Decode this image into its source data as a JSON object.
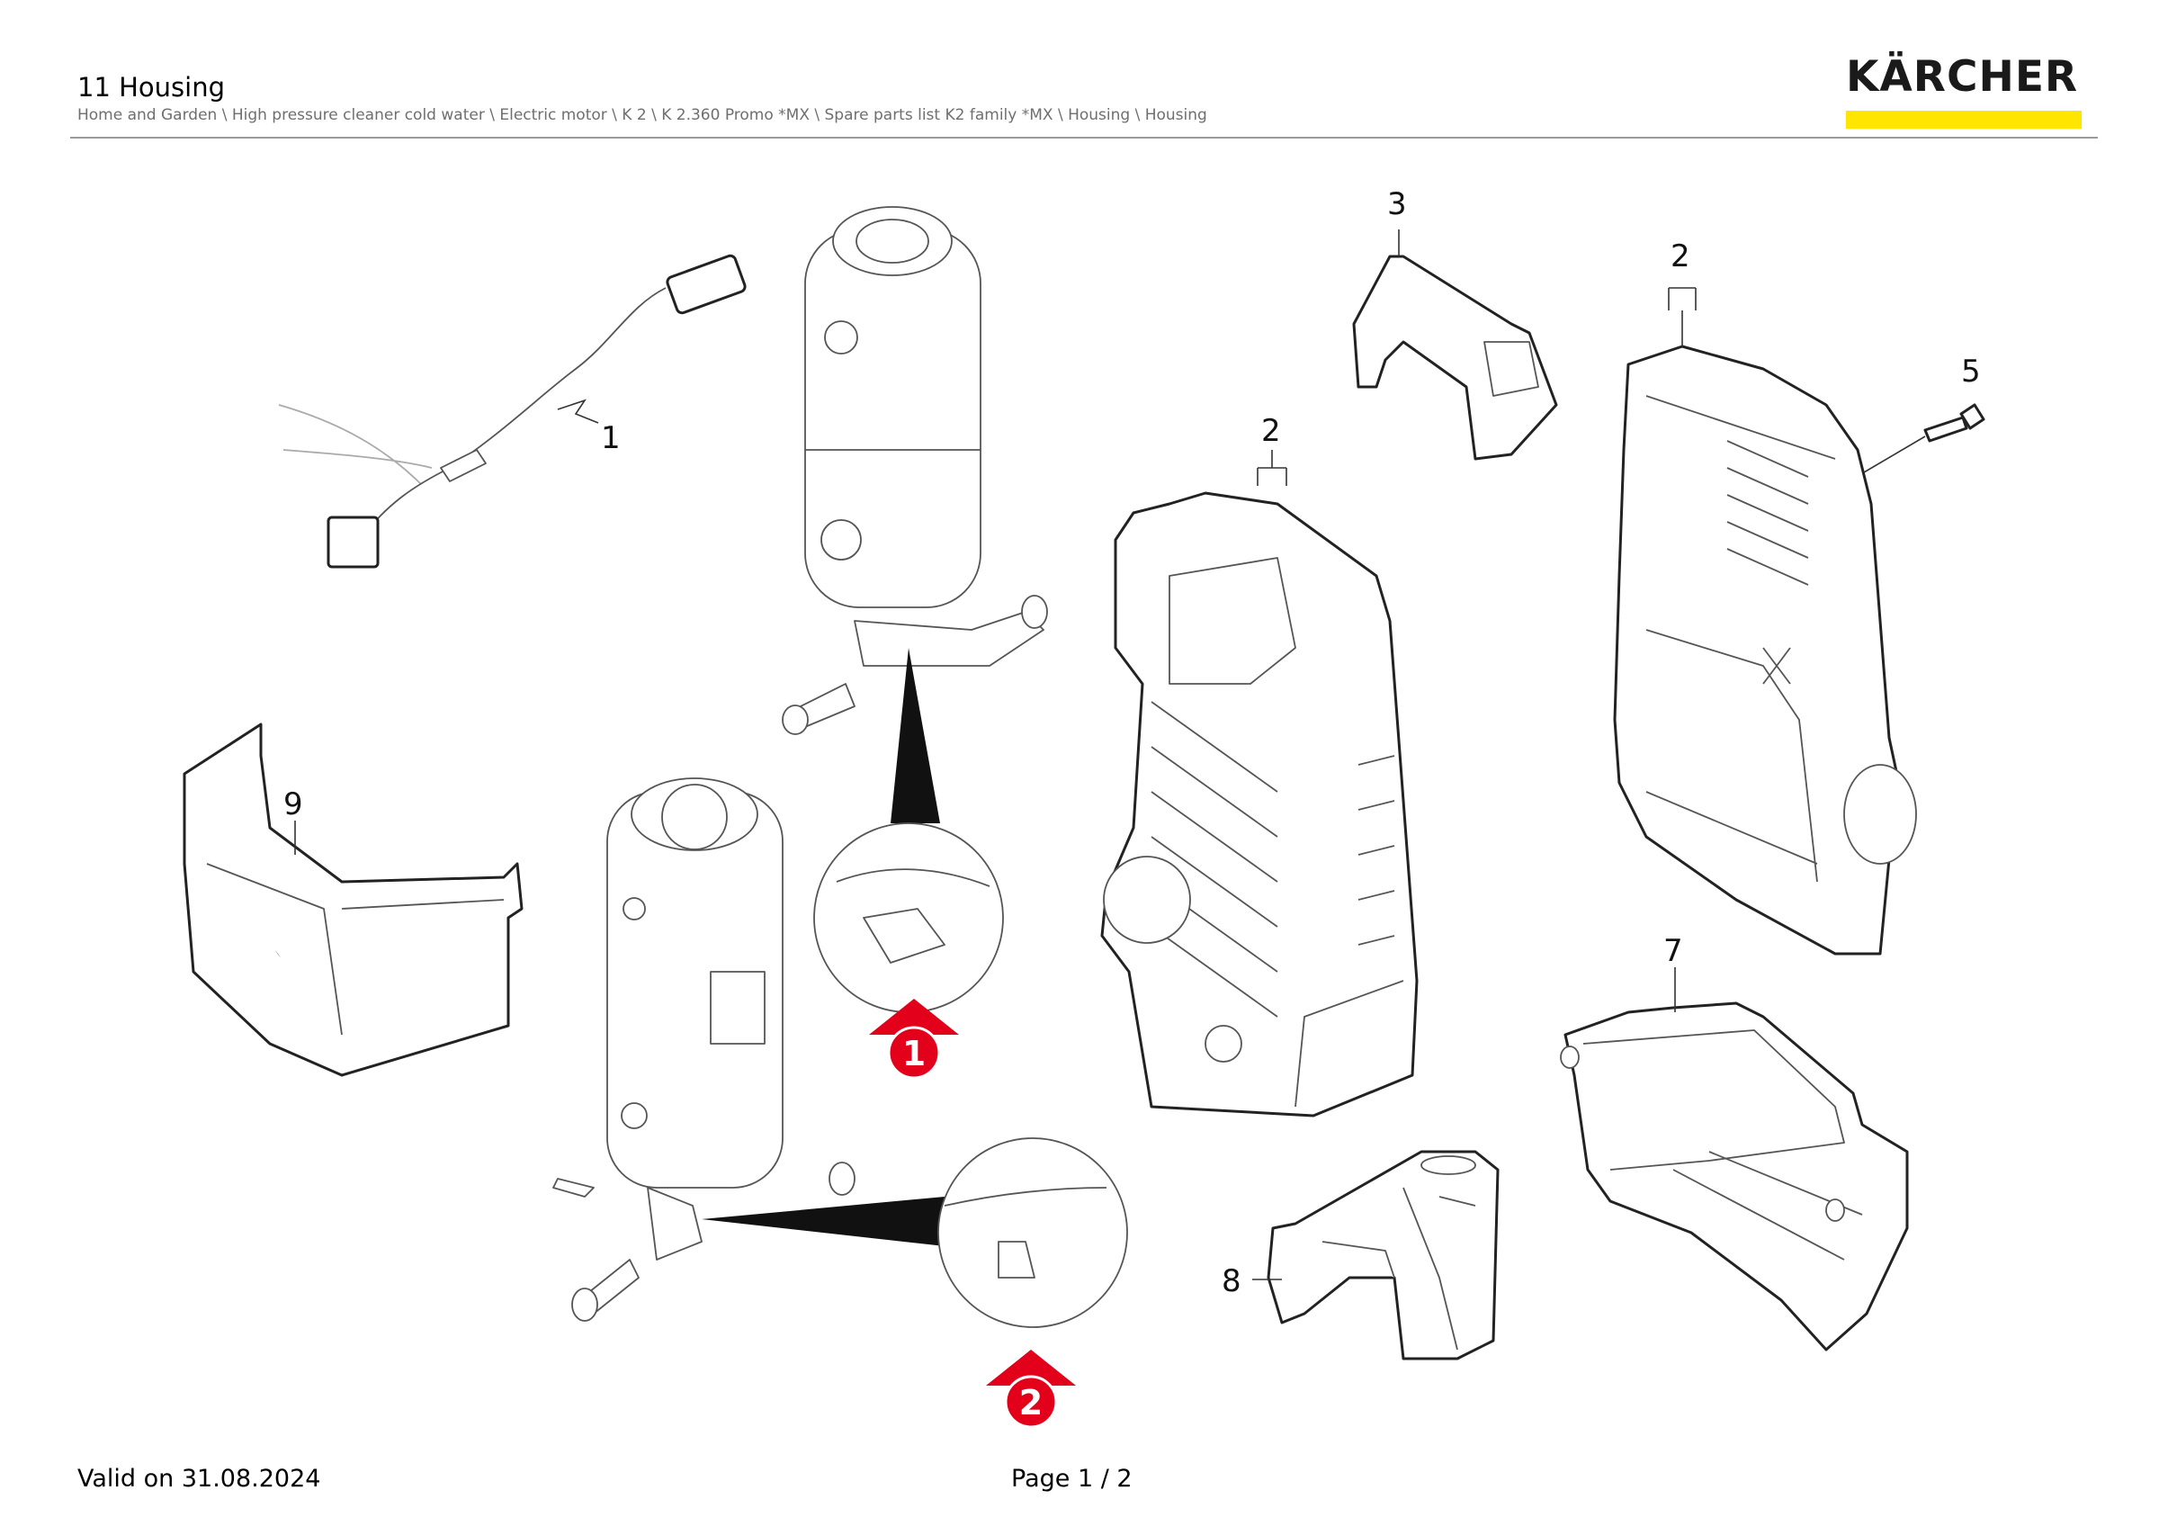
{
  "header": {
    "title": "11 Housing",
    "breadcrumb": "Home and Garden \\ High pressure cleaner cold water \\ Electric motor \\ K 2 \\ K 2.360 Promo *MX \\ Spare parts list K2 family *MX \\ Housing \\ Housing",
    "logo_text": "KÄRCHER",
    "brand_yellow": "#ffe600"
  },
  "diagram": {
    "part_labels": [
      "1",
      "2",
      "2",
      "3",
      "5",
      "7",
      "8",
      "9"
    ],
    "variant_markers": [
      "1",
      "2"
    ],
    "marker_color": "#e3001b"
  },
  "footer": {
    "valid": "Valid on 31.08.2024",
    "page": "Page 1 / 2"
  }
}
